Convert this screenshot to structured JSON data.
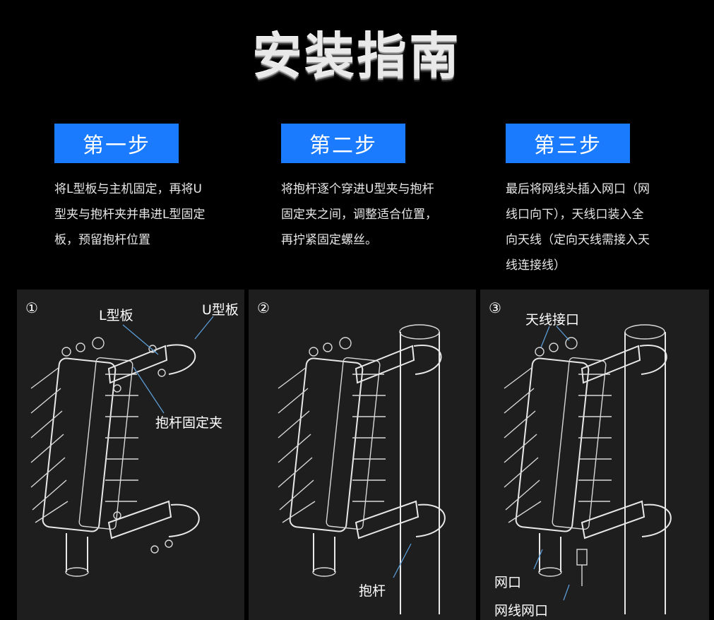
{
  "title": "安装指南",
  "steps": [
    {
      "label": "第一步",
      "desc": "将L型板与主机固定，再将U\n型夹与抱杆夹并串进L型固定\n板，预留抱杆位置"
    },
    {
      "label": "第二步",
      "desc": "将抱杆逐个穿进U型夹与抱杆\n固定夹之间，调整适合位置，\n再拧紧固定螺丝。"
    },
    {
      "label": "第三步",
      "desc": "最后将网线头插入网口（网\n线口向下），天线口装入全\n向天线（定向天线需接入天\n线连接线）"
    }
  ],
  "panels": [
    {
      "number": "①",
      "labels": {
        "l_plate": "L型板",
        "u_plate": "U型板",
        "pole_clamp": "抱杆固定夹"
      }
    },
    {
      "number": "②",
      "labels": {
        "pole": "抱杆"
      }
    },
    {
      "number": "③",
      "labels": {
        "antenna_port": "天线接口",
        "lan_port": "网口",
        "cable_port": "网线网口"
      }
    }
  ]
}
